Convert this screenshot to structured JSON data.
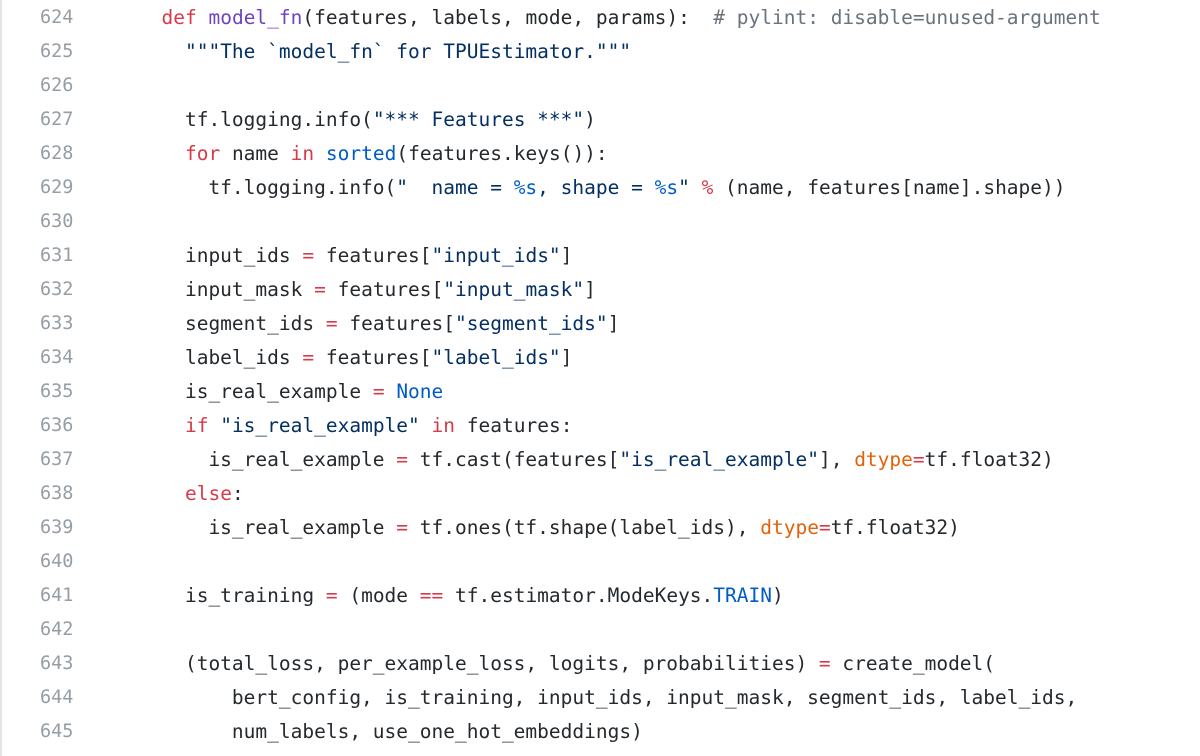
{
  "colors": {
    "keyword": "#d73a49",
    "function": "#6f42c1",
    "string": "#032f62",
    "comment": "#6a737d",
    "constant": "#005cc5",
    "parameter": "#e36209",
    "text": "#24292e",
    "line_number": "#959da5"
  },
  "lines": [
    {
      "number": "624",
      "tokens": [
        {
          "t": "  ",
          "c": "plain"
        },
        {
          "t": "def",
          "c": "kw"
        },
        {
          "t": " ",
          "c": "plain"
        },
        {
          "t": "model_fn",
          "c": "fn"
        },
        {
          "t": "(features, labels, mode, params):  ",
          "c": "plain"
        },
        {
          "t": "# pylint: disable=unused-argument",
          "c": "cm"
        }
      ]
    },
    {
      "number": "625",
      "tokens": [
        {
          "t": "    ",
          "c": "plain"
        },
        {
          "t": "\"\"\"The `model_fn` for TPUEstimator.\"\"\"",
          "c": "str"
        }
      ]
    },
    {
      "number": "626",
      "tokens": []
    },
    {
      "number": "627",
      "tokens": [
        {
          "t": "    tf.logging.info(",
          "c": "plain"
        },
        {
          "t": "\"*** Features ***\"",
          "c": "str"
        },
        {
          "t": ")",
          "c": "plain"
        }
      ]
    },
    {
      "number": "628",
      "tokens": [
        {
          "t": "    ",
          "c": "plain"
        },
        {
          "t": "for",
          "c": "kw"
        },
        {
          "t": " name ",
          "c": "plain"
        },
        {
          "t": "in",
          "c": "kw"
        },
        {
          "t": " ",
          "c": "plain"
        },
        {
          "t": "sorted",
          "c": "const"
        },
        {
          "t": "(features.keys()):",
          "c": "plain"
        }
      ]
    },
    {
      "number": "629",
      "tokens": [
        {
          "t": "      tf.logging.info(",
          "c": "plain"
        },
        {
          "t": "\"  name = ",
          "c": "str"
        },
        {
          "t": "%s",
          "c": "const"
        },
        {
          "t": ", shape = ",
          "c": "str"
        },
        {
          "t": "%s",
          "c": "const"
        },
        {
          "t": "\"",
          "c": "str"
        },
        {
          "t": " ",
          "c": "plain"
        },
        {
          "t": "%",
          "c": "op"
        },
        {
          "t": " (name, features[name].shape))",
          "c": "plain"
        }
      ]
    },
    {
      "number": "630",
      "tokens": []
    },
    {
      "number": "631",
      "tokens": [
        {
          "t": "    input_ids ",
          "c": "plain"
        },
        {
          "t": "=",
          "c": "op"
        },
        {
          "t": " features[",
          "c": "plain"
        },
        {
          "t": "\"input_ids\"",
          "c": "str"
        },
        {
          "t": "]",
          "c": "plain"
        }
      ]
    },
    {
      "number": "632",
      "tokens": [
        {
          "t": "    input_mask ",
          "c": "plain"
        },
        {
          "t": "=",
          "c": "op"
        },
        {
          "t": " features[",
          "c": "plain"
        },
        {
          "t": "\"input_mask\"",
          "c": "str"
        },
        {
          "t": "]",
          "c": "plain"
        }
      ]
    },
    {
      "number": "633",
      "tokens": [
        {
          "t": "    segment_ids ",
          "c": "plain"
        },
        {
          "t": "=",
          "c": "op"
        },
        {
          "t": " features[",
          "c": "plain"
        },
        {
          "t": "\"segment_ids\"",
          "c": "str"
        },
        {
          "t": "]",
          "c": "plain"
        }
      ]
    },
    {
      "number": "634",
      "tokens": [
        {
          "t": "    label_ids ",
          "c": "plain"
        },
        {
          "t": "=",
          "c": "op"
        },
        {
          "t": " features[",
          "c": "plain"
        },
        {
          "t": "\"label_ids\"",
          "c": "str"
        },
        {
          "t": "]",
          "c": "plain"
        }
      ]
    },
    {
      "number": "635",
      "tokens": [
        {
          "t": "    is_real_example ",
          "c": "plain"
        },
        {
          "t": "=",
          "c": "op"
        },
        {
          "t": " ",
          "c": "plain"
        },
        {
          "t": "None",
          "c": "const"
        }
      ]
    },
    {
      "number": "636",
      "tokens": [
        {
          "t": "    ",
          "c": "plain"
        },
        {
          "t": "if",
          "c": "kw"
        },
        {
          "t": " ",
          "c": "plain"
        },
        {
          "t": "\"is_real_example\"",
          "c": "str"
        },
        {
          "t": " ",
          "c": "plain"
        },
        {
          "t": "in",
          "c": "kw"
        },
        {
          "t": " features:",
          "c": "plain"
        }
      ]
    },
    {
      "number": "637",
      "tokens": [
        {
          "t": "      is_real_example ",
          "c": "plain"
        },
        {
          "t": "=",
          "c": "op"
        },
        {
          "t": " tf.cast(features[",
          "c": "plain"
        },
        {
          "t": "\"is_real_example\"",
          "c": "str"
        },
        {
          "t": "], ",
          "c": "plain"
        },
        {
          "t": "dtype",
          "c": "param"
        },
        {
          "t": "=",
          "c": "op"
        },
        {
          "t": "tf.float32)",
          "c": "plain"
        }
      ]
    },
    {
      "number": "638",
      "tokens": [
        {
          "t": "    ",
          "c": "plain"
        },
        {
          "t": "else",
          "c": "kw"
        },
        {
          "t": ":",
          "c": "plain"
        }
      ]
    },
    {
      "number": "639",
      "tokens": [
        {
          "t": "      is_real_example ",
          "c": "plain"
        },
        {
          "t": "=",
          "c": "op"
        },
        {
          "t": " tf.ones(tf.shape(label_ids), ",
          "c": "plain"
        },
        {
          "t": "dtype",
          "c": "param"
        },
        {
          "t": "=",
          "c": "op"
        },
        {
          "t": "tf.float32)",
          "c": "plain"
        }
      ]
    },
    {
      "number": "640",
      "tokens": []
    },
    {
      "number": "641",
      "tokens": [
        {
          "t": "    is_training ",
          "c": "plain"
        },
        {
          "t": "=",
          "c": "op"
        },
        {
          "t": " (mode ",
          "c": "plain"
        },
        {
          "t": "==",
          "c": "op"
        },
        {
          "t": " tf.estimator.ModeKeys.",
          "c": "plain"
        },
        {
          "t": "TRAIN",
          "c": "const"
        },
        {
          "t": ")",
          "c": "plain"
        }
      ]
    },
    {
      "number": "642",
      "tokens": []
    },
    {
      "number": "643",
      "tokens": [
        {
          "t": "    (total_loss, per_example_loss, logits, probabilities) ",
          "c": "plain"
        },
        {
          "t": "=",
          "c": "op"
        },
        {
          "t": " create_model(",
          "c": "plain"
        }
      ]
    },
    {
      "number": "644",
      "tokens": [
        {
          "t": "        bert_config, is_training, input_ids, input_mask, segment_ids, label_ids,",
          "c": "plain"
        }
      ]
    },
    {
      "number": "645",
      "tokens": [
        {
          "t": "        num_labels, use_one_hot_embeddings)",
          "c": "plain"
        }
      ]
    }
  ]
}
